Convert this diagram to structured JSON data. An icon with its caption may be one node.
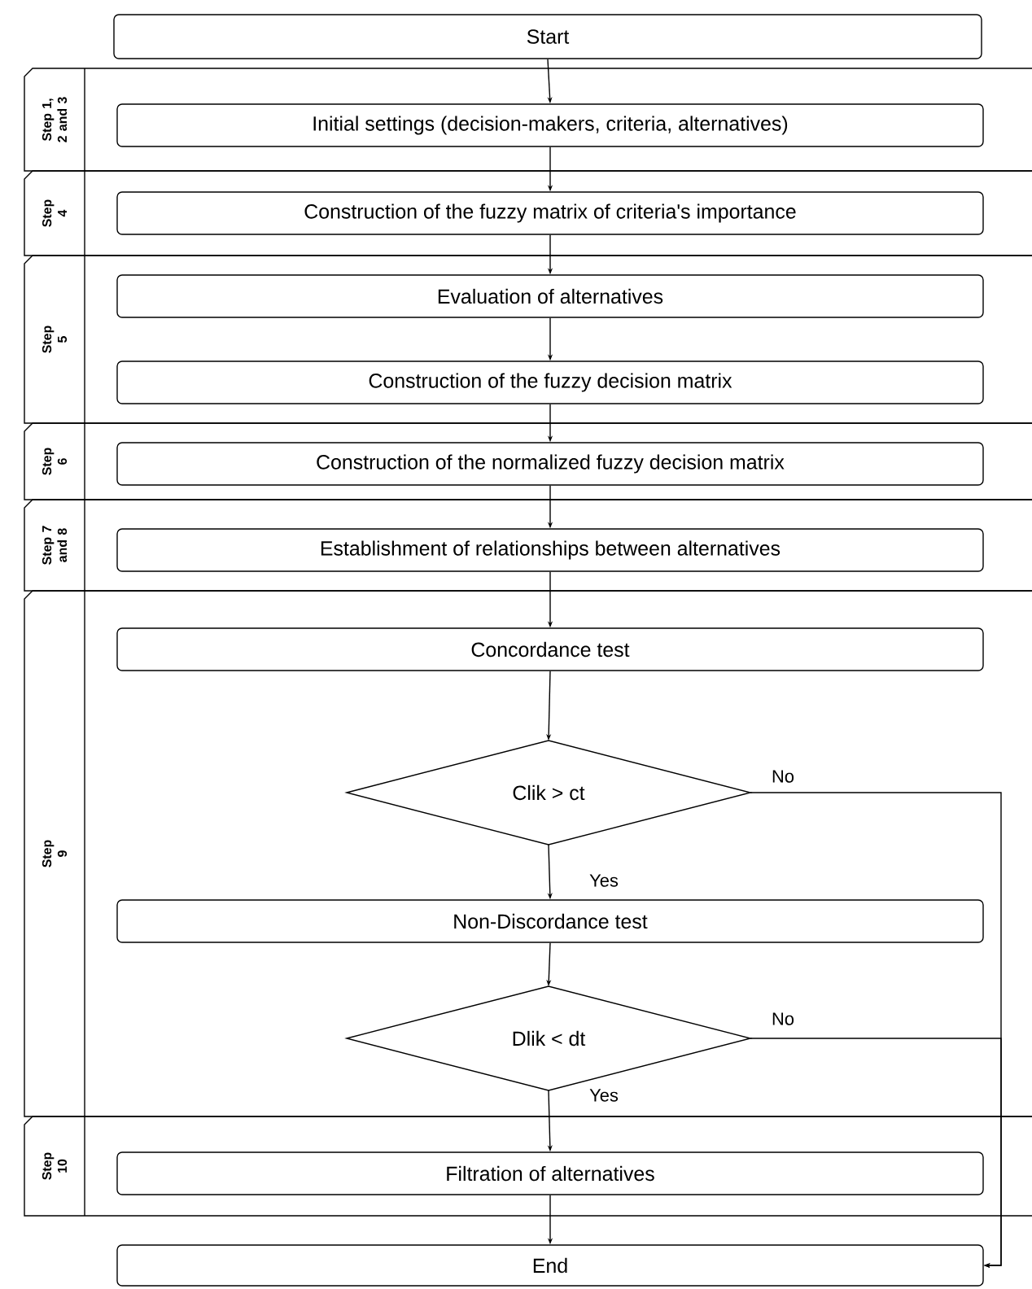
{
  "diagram": {
    "nodes": [
      {
        "text": [
          "Start"
        ]
      },
      {
        "text": [
          "Step 1, 2 and 3"
        ]
      },
      {
        "text": [
          "Initial settings (decision-makers, criteria, alternatives)"
        ],
        "in": 1
      },
      {
        "text": [
          "Step 4"
        ]
      },
      {
        "text": [
          "Construction of the fuzzy matrix of criteria's importance"
        ],
        "in": 3
      },
      {
        "text": [
          "Step 5"
        ]
      },
      {
        "text": [
          "Evaluation of alternatives"
        ],
        "in": 5
      },
      {
        "text": [
          "Construction of the fuzzy decision matrix"
        ],
        "in": 5
      },
      {
        "text": [
          "Step 6"
        ]
      },
      {
        "text": [
          "Construction of the normalized fuzzy decision matrix"
        ],
        "in": 8
      },
      {
        "text": [
          "Step 7 and 8"
        ]
      },
      {
        "text": [
          "Establishment of relationships between alternatives"
        ],
        "in": 10
      },
      {
        "text": [
          "Step 9"
        ]
      },
      {
        "text": [
          "Concordance test"
        ],
        "in": 12
      },
      {
        "text": [
          "Clik > ct"
        ],
        "in": 12
      },
      {
        "text": [
          "Non-Discordance test"
        ],
        "in": 12
      },
      {
        "text": [
          "Dlik < dt"
        ],
        "in": 12
      },
      {
        "text": [
          "Step 10"
        ]
      },
      {
        "text": [
          "Filtration of alternatives"
        ],
        "in": 17
      },
      {
        "text": [
          "End"
        ]
      }
    ],
    "edges": [
      {
        "from": 0,
        "to": 2,
        "arrow": "to"
      },
      {
        "from": 2,
        "to": 4,
        "arrow": "to"
      },
      {
        "from": 4,
        "to": 6,
        "arrow": "to"
      },
      {
        "from": 6,
        "to": 7,
        "arrow": "to"
      },
      {
        "from": 7,
        "to": 9,
        "arrow": "to"
      },
      {
        "from": 9,
        "to": 11,
        "arrow": "to"
      },
      {
        "from": 11,
        "to": 13,
        "arrow": "to"
      },
      {
        "from": 13,
        "to": 14,
        "arrow": "to"
      },
      {
        "from": 14,
        "to": 15,
        "arrow": "to",
        "label": "Yes"
      },
      {
        "from": 14,
        "to": 19,
        "arrow": "to",
        "label": "No"
      },
      {
        "from": 15,
        "to": 16,
        "arrow": "to"
      },
      {
        "from": 16,
        "to": 18,
        "arrow": "to",
        "label": "Yes"
      },
      {
        "from": 16,
        "to": 19,
        "arrow": "to",
        "label": "No"
      },
      {
        "from": 18,
        "to": 19,
        "arrow": "to"
      }
    ]
  }
}
